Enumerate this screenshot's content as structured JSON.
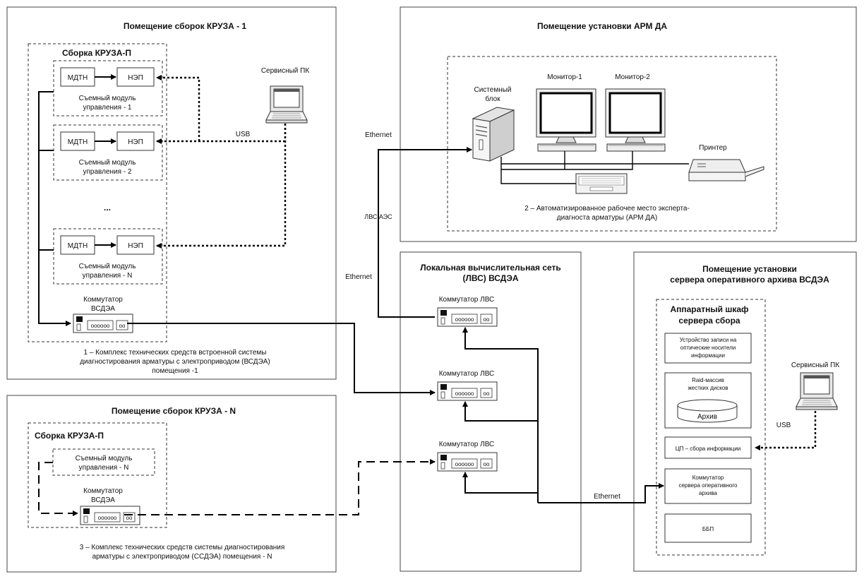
{
  "rooms": {
    "kruza1": {
      "title": "Помещение сборок КРУЗА - 1",
      "assembly_title": "Сборка КРУЗА-П",
      "modules": [
        {
          "mdtn": "МДТН",
          "nep": "НЭП",
          "caption1": "Съемный модуль",
          "caption2": "управления - 1"
        },
        {
          "mdtn": "МДТН",
          "nep": "НЭП",
          "caption1": "Съемный модуль",
          "caption2": "управления - 2"
        },
        {
          "mdtn": "МДТН",
          "nep": "НЭП",
          "caption1": "Съемный модуль",
          "caption2": "управления - N"
        }
      ],
      "ellipsis": "...",
      "switch_label1": "Коммутатор",
      "switch_label2": "ВСДЭА",
      "caption": [
        "1 – Комплекс технических средств встроенной системы",
        "диагностирования арматуры с электроприводом (ВСДЭА)",
        "помещения -1"
      ],
      "service_pc": "Сервисный ПК",
      "usb": "USB"
    },
    "kruzaN": {
      "title": "Помещение сборок КРУЗА - N",
      "assembly_title": "Сборка КРУЗА-П",
      "module_caption1": "Съемный модуль",
      "module_caption2": "управления - N",
      "switch_label1": "Коммутатор",
      "switch_label2": "ВСДЭА",
      "caption": [
        "3 – Комплекс технических средств системы диагностирования",
        "арматуры с электроприводом (ССДЭА) помещения - N"
      ]
    },
    "arm": {
      "title": "Помещение установки АРМ ДА",
      "sysblock1": "Системный",
      "sysblock2": "блок",
      "monitor1": "Монитор-1",
      "monitor2": "Монитор-2",
      "printer": "Принтер",
      "caption": [
        "2 – Автоматизированное рабочее место эксперта-",
        "диагноста арматуры (АРМ ДА)"
      ]
    },
    "lan": {
      "title1": "Локальная вычислительная сеть",
      "title2": "(ЛВС) ВСДЭА",
      "switch_label": "Коммутатор ЛВС"
    },
    "server": {
      "title1": "Помещение установки",
      "title2": "сервера оперативного архива ВСДЭА",
      "cabinet1": "Аппаратный шкаф",
      "cabinet2": "сервера сбора",
      "optical": [
        "Устройство записи на",
        "оптические носители",
        "информации"
      ],
      "raid1": "Raid-массив",
      "raid2": "жестких дисков",
      "archive": "Архив",
      "cpu": "ЦП – сбора информации",
      "server_switch": [
        "Коммутатор",
        "сервера оперативного",
        "архива"
      ],
      "ups": "ББП",
      "service_pc": "Сервисный ПК",
      "usb": "USB"
    }
  },
  "links": {
    "ethernet_top": "Ethernet",
    "lan_aes": "ЛВС АЭС",
    "ethernet_mid": "Ethernet",
    "ethernet_bottom": "Ethernet"
  }
}
